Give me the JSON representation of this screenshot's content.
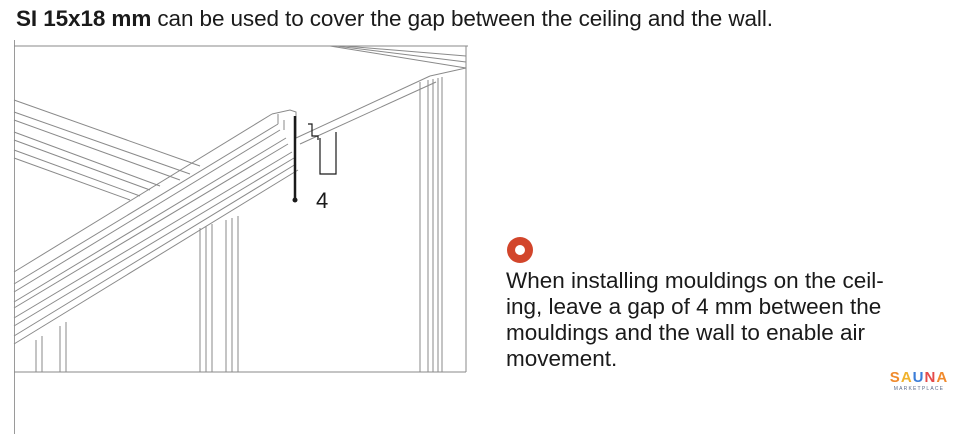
{
  "heading": {
    "bold": "SI 15x18 mm",
    "rest": " can be used to cover the gap between the ceiling and the wall."
  },
  "illustration": {
    "dimension_label": "4"
  },
  "note": {
    "icon": "warning-ring-icon",
    "icon_color": "#d2452b",
    "text": "When installing mouldings on the ceil-\ning, leave a gap of 4 mm between the\nmouldings and the wall to enable air\nmovement."
  },
  "logo": {
    "letters": [
      "S",
      "A",
      "U",
      "N",
      "A"
    ],
    "subtitle": "MARKETPLACE"
  }
}
